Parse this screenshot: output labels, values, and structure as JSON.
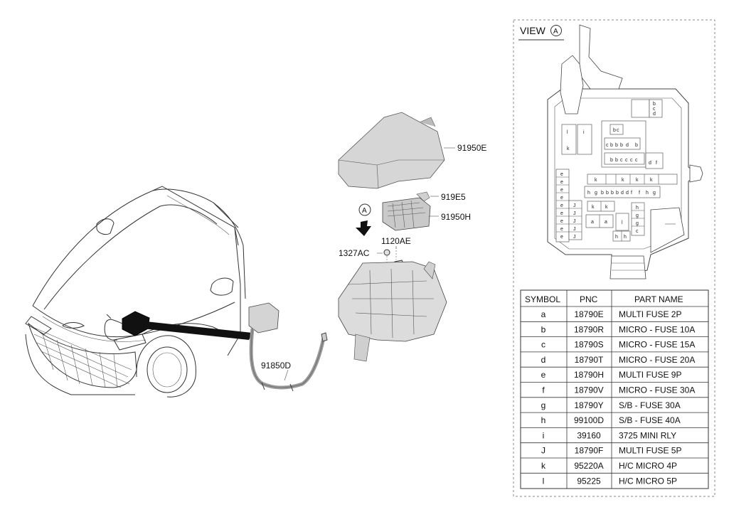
{
  "callouts": {
    "cover": "91950E",
    "clip": "919E5",
    "fuse_block": "91950H",
    "bolt": "1120AE",
    "nut": "1327AC",
    "cable": "91850D",
    "view_marker": "A"
  },
  "view": {
    "label": "VIEW",
    "marker": "A",
    "cells": {
      "l": "l",
      "k": "k",
      "i": "i",
      "b": "b",
      "c": "c",
      "d": "d",
      "f": "f",
      "e": "e",
      "J": "J",
      "h": "h",
      "g": "g",
      "a": "a"
    }
  },
  "table": {
    "headers": [
      "SYMBOL",
      "PNC",
      "PART NAME"
    ],
    "rows": [
      {
        "symbol": "a",
        "pnc": "18790E",
        "name": "MULTI FUSE 2P"
      },
      {
        "symbol": "b",
        "pnc": "18790R",
        "name": "MICRO - FUSE 10A"
      },
      {
        "symbol": "c",
        "pnc": "18790S",
        "name": "MICRO - FUSE 15A"
      },
      {
        "symbol": "d",
        "pnc": "18790T",
        "name": "MICRO - FUSE 20A"
      },
      {
        "symbol": "e",
        "pnc": "18790H",
        "name": "MULTI FUSE 9P"
      },
      {
        "symbol": "f",
        "pnc": "18790V",
        "name": "MICRO - FUSE 30A"
      },
      {
        "symbol": "g",
        "pnc": "18790Y",
        "name": "S/B - FUSE 30A"
      },
      {
        "symbol": "h",
        "pnc": "99100D",
        "name": "S/B - FUSE 40A"
      },
      {
        "symbol": "i",
        "pnc": "39160",
        "name": "3725 MINI RLY"
      },
      {
        "symbol": "J",
        "pnc": "18790F",
        "name": "MULTI FUSE 5P"
      },
      {
        "symbol": "k",
        "pnc": "95220A",
        "name": "H/C MICRO 4P"
      },
      {
        "symbol": "l",
        "pnc": "95225",
        "name": "H/C MICRO 5P"
      }
    ]
  }
}
